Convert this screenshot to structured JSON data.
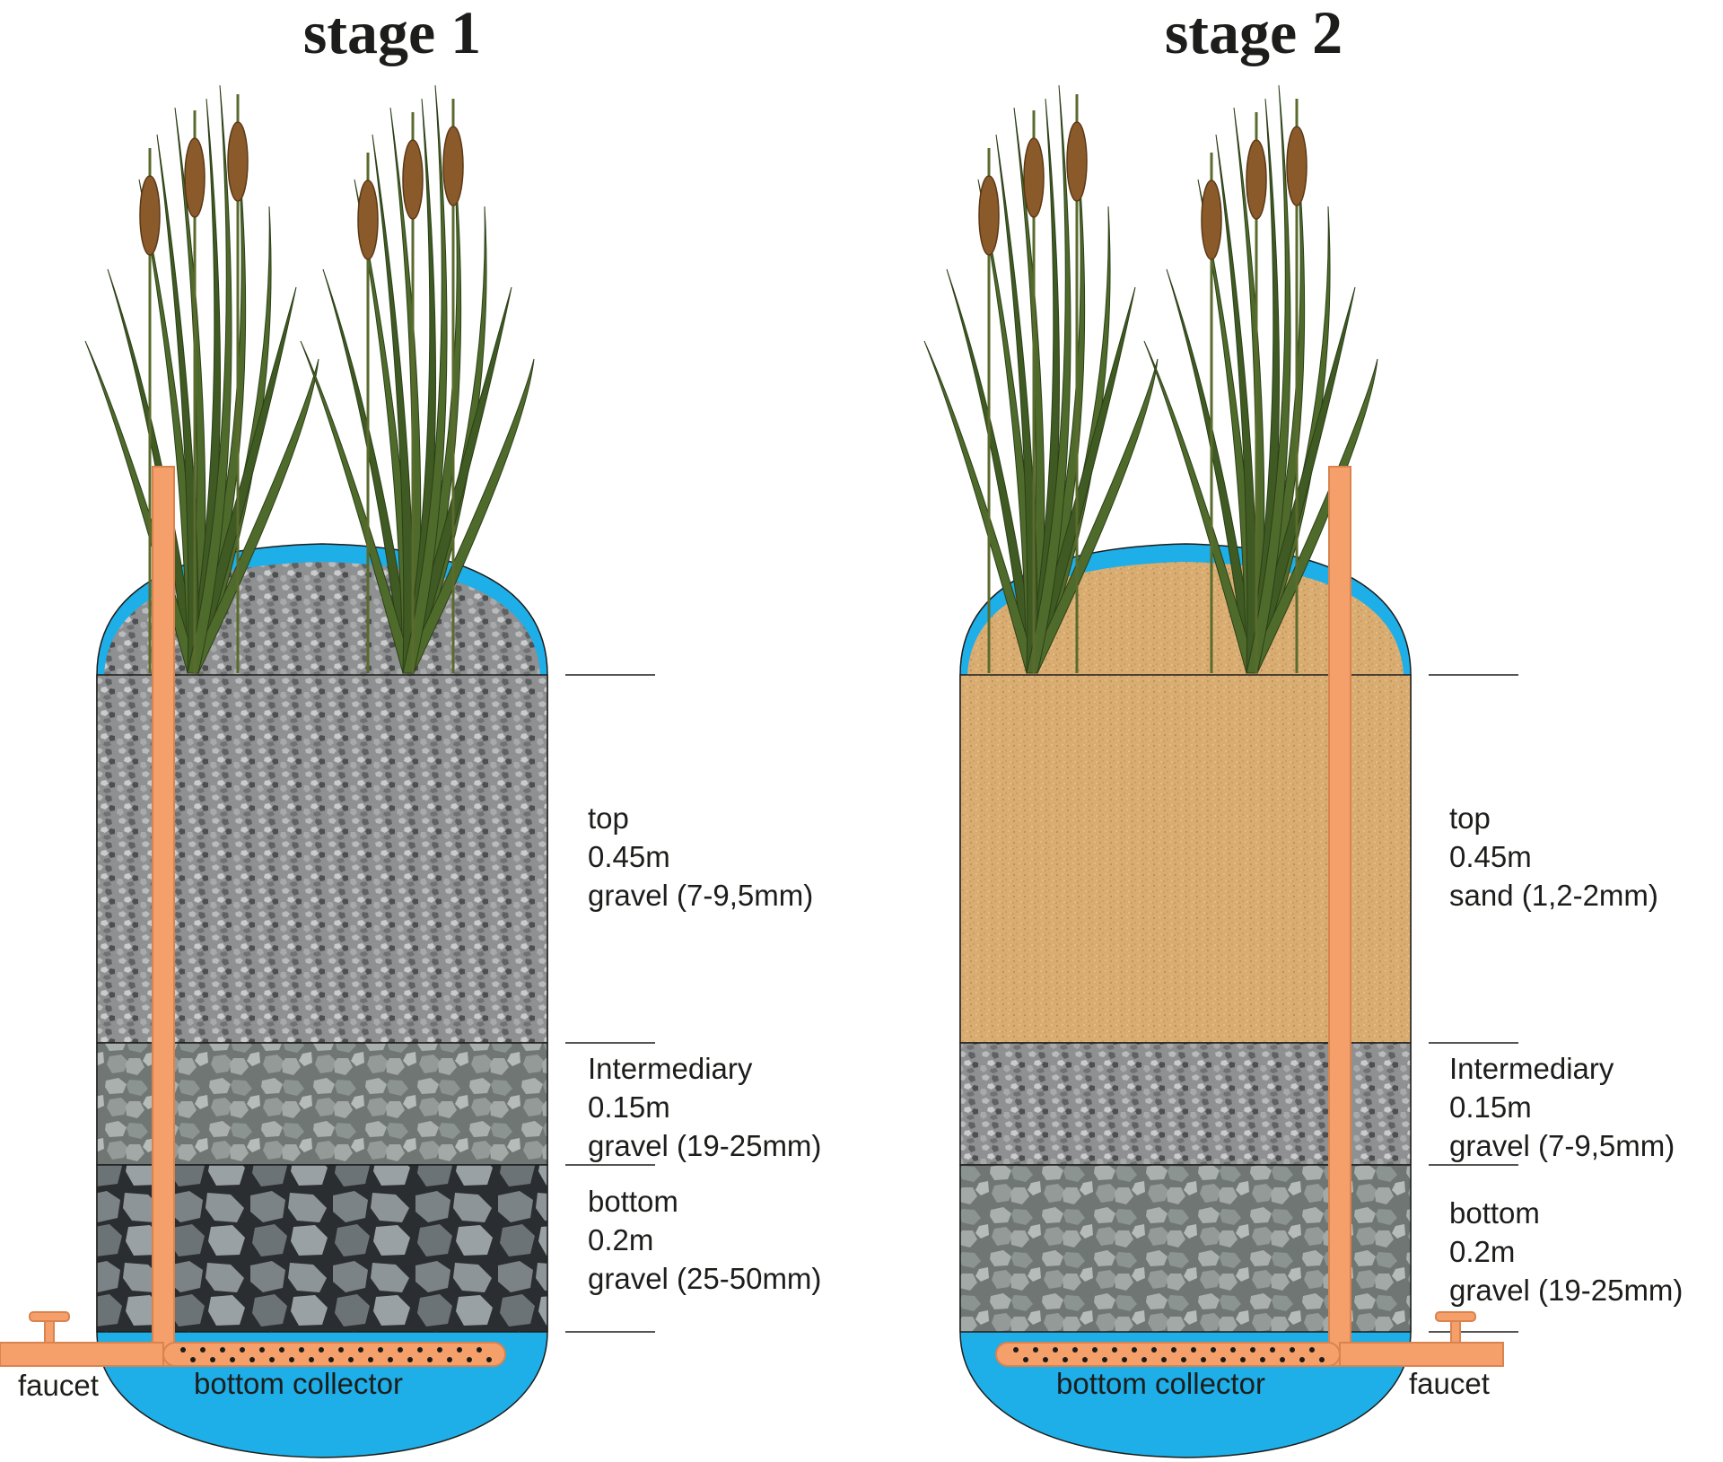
{
  "colors": {
    "water": "#1eaee8",
    "pipe": "#f5a06a",
    "pipe_outline": "#d9834f",
    "reed_leaf": "#4f6b2c",
    "cattail": "#8a5a2a",
    "sand": "#d9ad72",
    "gravel_fine": "#8e9092",
    "gravel_medium": "#8a9290",
    "gravel_coarse": "#5e6467",
    "text": "#1d1d1b"
  },
  "stages": [
    {
      "title": "stage 1",
      "layers": [
        {
          "name": "top",
          "depth": "0.45m",
          "material": "gravel (7-9,5mm)",
          "texture": "gravel_fine"
        },
        {
          "name": "Intermediary",
          "depth": "0.15m",
          "material": "gravel (19-25mm)",
          "texture": "gravel_medium"
        },
        {
          "name": "bottom",
          "depth": "0.2m",
          "material": "gravel (25-50mm)",
          "texture": "gravel_coarse"
        }
      ],
      "faucet_label": "faucet",
      "collector_label": "bottom collector"
    },
    {
      "title": "stage 2",
      "layers": [
        {
          "name": "top",
          "depth": "0.45m",
          "material": "sand (1,2-2mm)",
          "texture": "sand"
        },
        {
          "name": "Intermediary",
          "depth": "0.15m",
          "material": "gravel (7-9,5mm)",
          "texture": "gravel_fine"
        },
        {
          "name": "bottom",
          "depth": "0.2m",
          "material": "gravel (19-25mm)",
          "texture": "gravel_medium"
        }
      ],
      "faucet_label": "faucet",
      "collector_label": "bottom collector"
    }
  ]
}
